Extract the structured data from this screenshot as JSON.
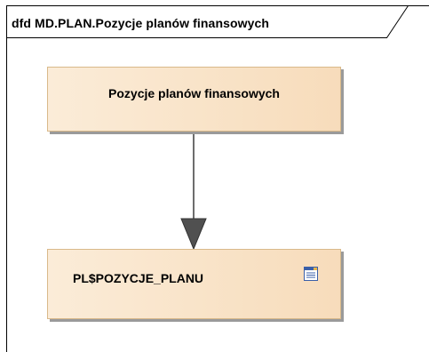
{
  "diagram": {
    "frame_title": "dfd MD.PLAN.Pozycje planów finansowych",
    "process": {
      "label": "Pozycje planów finansowych"
    },
    "datastore": {
      "label": "PL$POZYCJE_PLANU",
      "icon": "table-icon"
    },
    "flow": {
      "from": "process",
      "to": "datastore",
      "icon": "arrow-down-icon"
    }
  }
}
